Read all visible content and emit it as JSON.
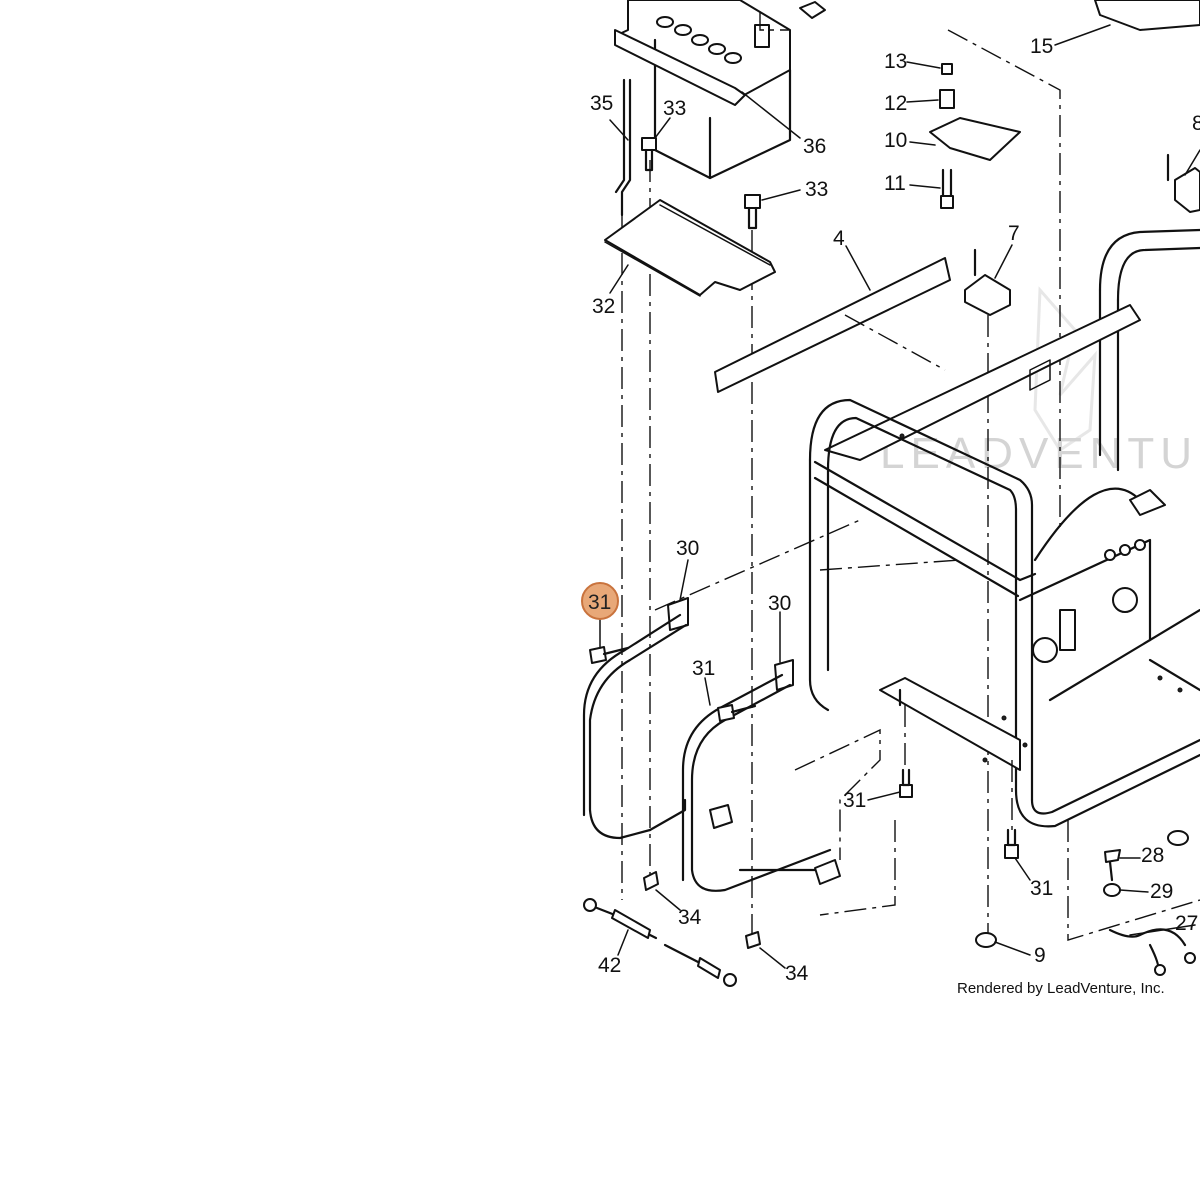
{
  "callouts": {
    "c15": "15",
    "c13": "13",
    "c12": "12",
    "c10": "10",
    "c11": "11",
    "c8": "8",
    "c7": "7",
    "c4": "4",
    "c35": "35",
    "c33a": "33",
    "c33b": "33",
    "c36": "36",
    "c32": "32",
    "c30a": "30",
    "c30b": "30",
    "c31_highlight": "31",
    "c31b": "31",
    "c31c": "31",
    "c31d": "31",
    "c28": "28",
    "c29": "29",
    "c27": "27",
    "c34a": "34",
    "c34b": "34",
    "c9": "9",
    "c42": "42"
  },
  "highlight_color": "#e8a878",
  "credit": "Rendered by LeadVenture, Inc.",
  "watermark": "LEADVENTURE"
}
